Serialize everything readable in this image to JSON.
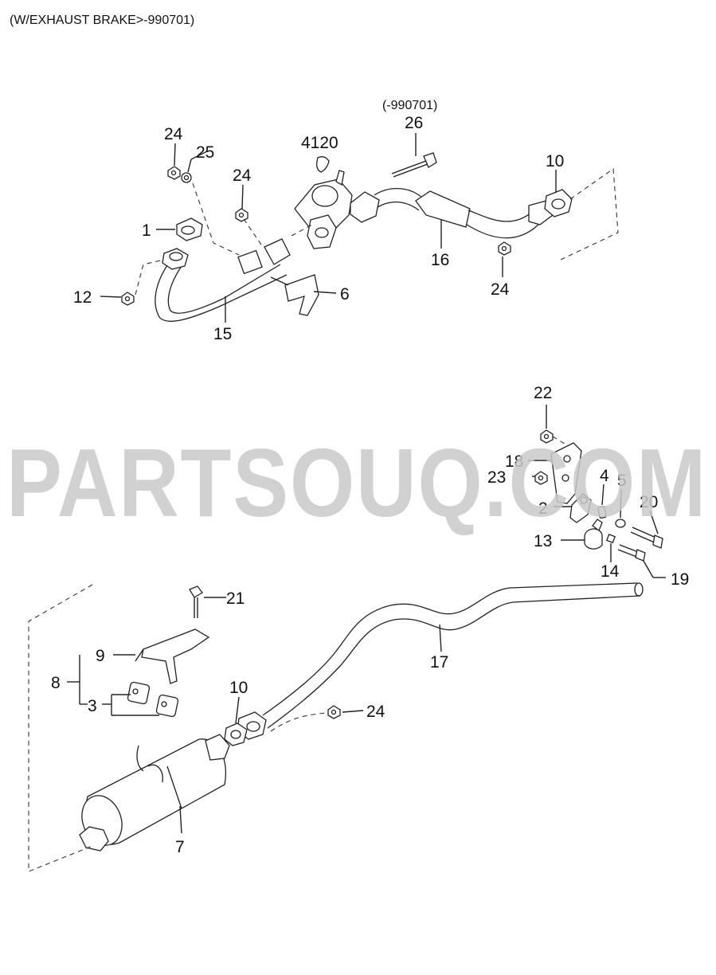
{
  "header": "(W/EXHAUST BRAKE>-990701)",
  "watermark": "PARTSOUQ.COM",
  "callouts": {
    "c24a": "24",
    "c25": "25",
    "c24b": "24",
    "c1": "1",
    "c12": "12",
    "c15": "15",
    "c6": "6",
    "c4120": "4120",
    "c26_note": "(-990701)",
    "c26": "26",
    "c10a": "10",
    "c16": "16",
    "c24c": "24",
    "c22": "22",
    "c18": "18",
    "c23": "23",
    "c4": "4",
    "c5": "5",
    "c2": "2",
    "c20": "20",
    "c13": "13",
    "c14": "14",
    "c19": "19",
    "c21": "21",
    "c17": "17",
    "c9": "9",
    "c8": "8",
    "c3": "3",
    "c10b": "10",
    "c24d": "24",
    "c7": "7"
  }
}
